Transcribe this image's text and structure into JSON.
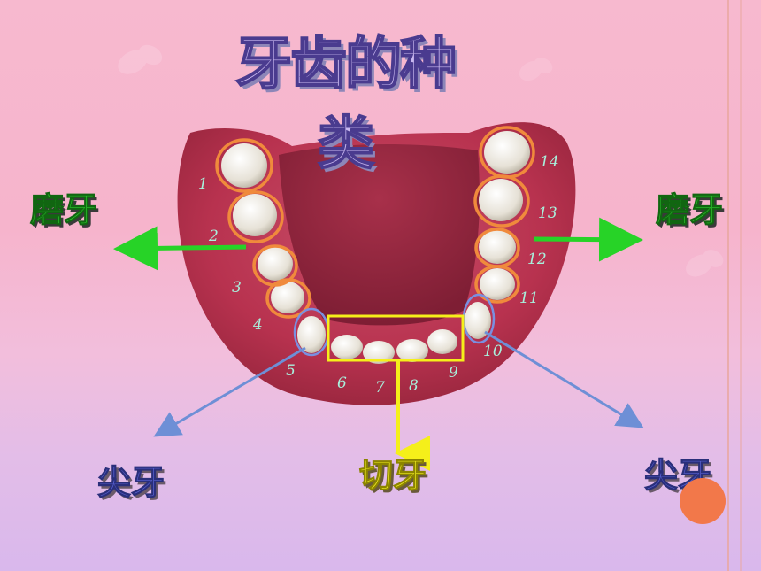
{
  "slide": {
    "title": "牙齿的种类",
    "labels": {
      "molar_left": "磨牙",
      "molar_right": "磨牙",
      "canine_left": "尖牙",
      "canine_right": "尖牙",
      "incisor": "切牙"
    },
    "tooth_numbers": [
      "1",
      "2",
      "3",
      "4",
      "5",
      "6",
      "7",
      "8",
      "9",
      "10",
      "11",
      "12",
      "13",
      "14"
    ],
    "colors": {
      "molar_marker": "#f08a3c",
      "canine_marker": "#7a8fe0",
      "incisor_marker": "#f5ef1a",
      "molar_arrow": "#27d327",
      "canine_arrow": "#6e8fd6",
      "incisor_arrow": "#f5ef1a",
      "gum": "#b8324f",
      "tooth": "#ece8df"
    },
    "icons": [
      "butterfly-icon"
    ]
  }
}
